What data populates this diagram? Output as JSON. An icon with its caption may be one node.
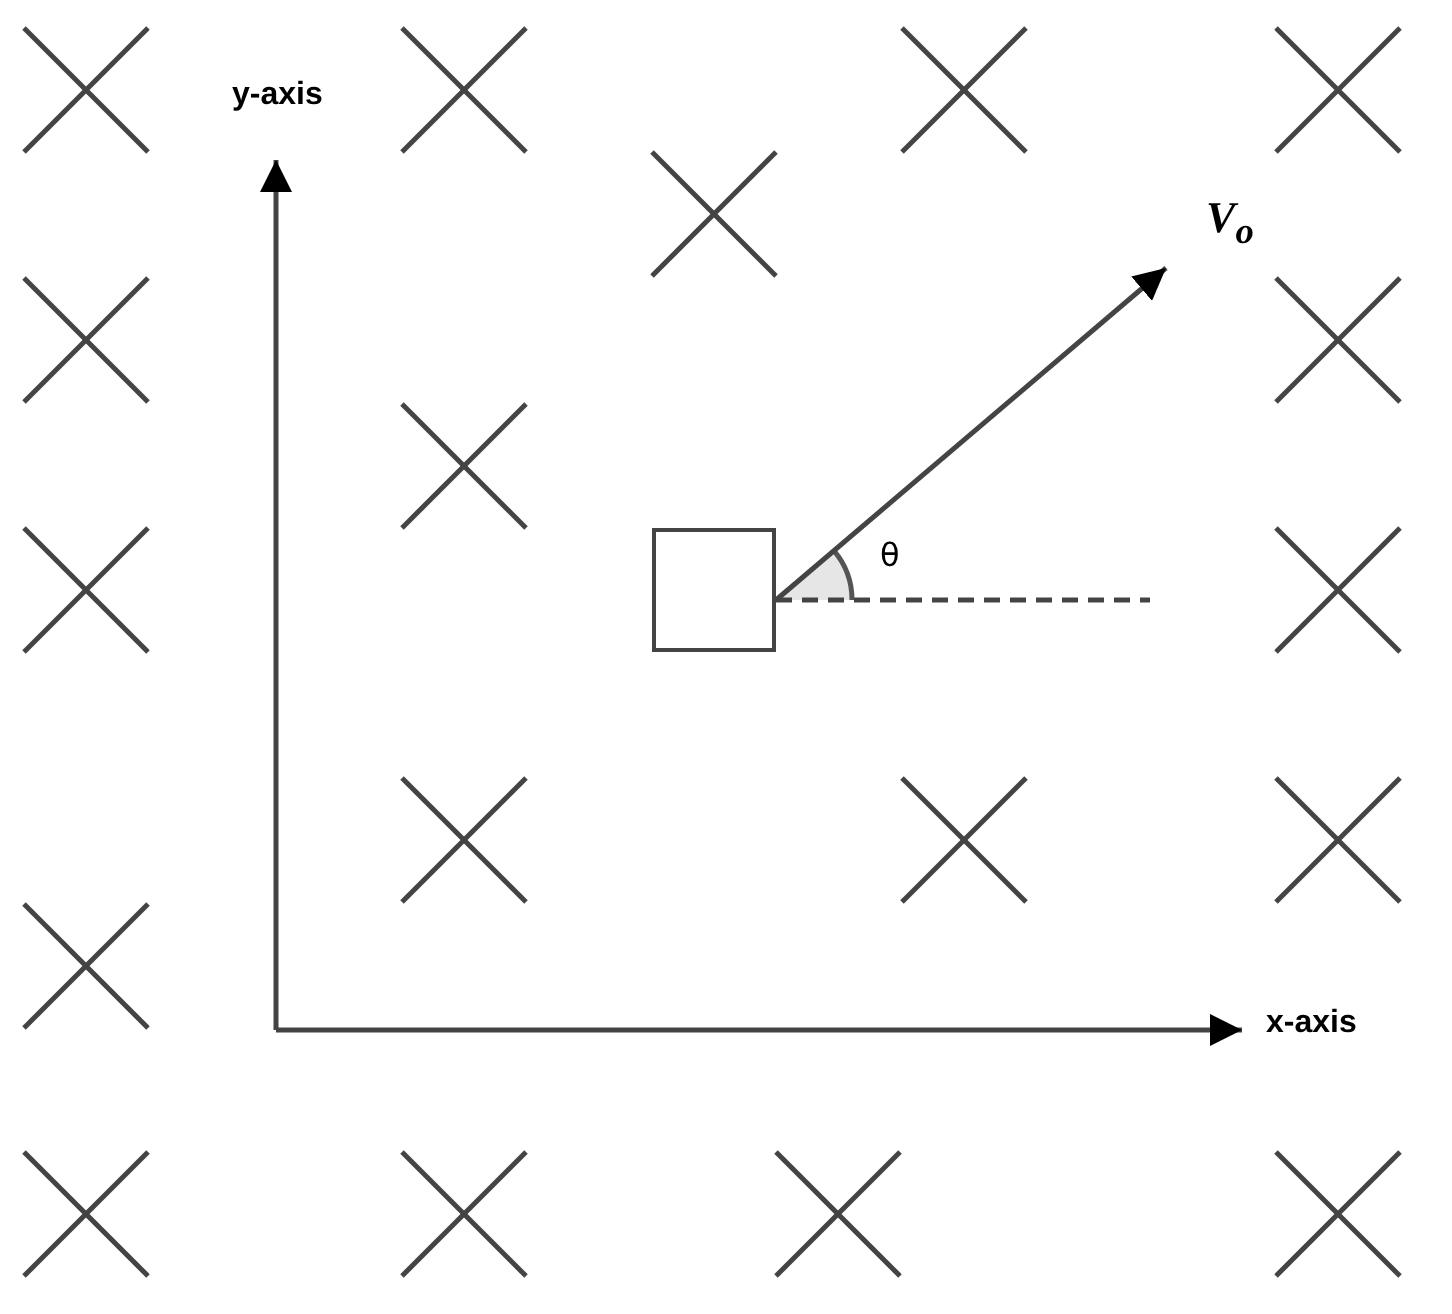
{
  "diagram": {
    "nodes": [
      {
        "text": [],
        "shape": "box"
      }
    ],
    "labels": [
      "y-axis",
      "V$_{o}$",
      "θ",
      "x-axis"
    ]
  }
}
